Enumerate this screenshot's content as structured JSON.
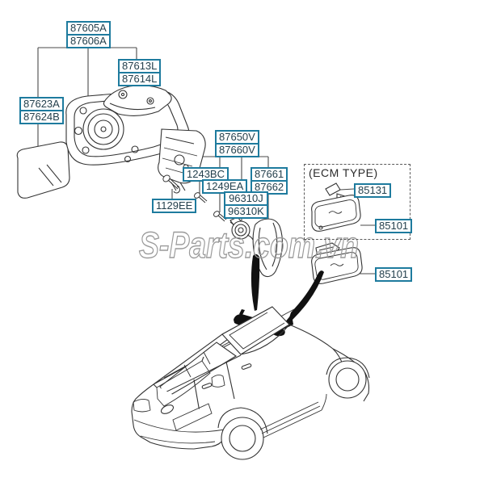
{
  "diagram": {
    "watermark": "S-Parts.com.vn",
    "ecm": {
      "title": "(ECM TYPE)"
    },
    "callouts": {
      "c87605": {
        "line1": "87605A",
        "line2": "87606A"
      },
      "c87613": {
        "line1": "87613L",
        "line2": "87614L"
      },
      "c87623": {
        "line1": "87623A",
        "line2": "87624B"
      },
      "c87650": {
        "line1": "87650V",
        "line2": "87660V"
      },
      "c1243": {
        "line1": "1243BC"
      },
      "c1249": {
        "line1": "1249EA"
      },
      "c87661": {
        "line1": "87661",
        "line2": "87662"
      },
      "c96310": {
        "line1": "96310J",
        "line2": "96310K"
      },
      "c1129": {
        "line1": "1129EE"
      },
      "c85131": {
        "line1": "85131"
      },
      "c85101_ecm": {
        "line1": "85101"
      },
      "c85101_std": {
        "line1": "85101"
      }
    },
    "colors": {
      "label_border": "#1e7b9e",
      "label_text": "#24404d",
      "line_art": "#333333",
      "watermark_outline": "#9a9a9a",
      "arrow_fill": "#111111"
    }
  }
}
